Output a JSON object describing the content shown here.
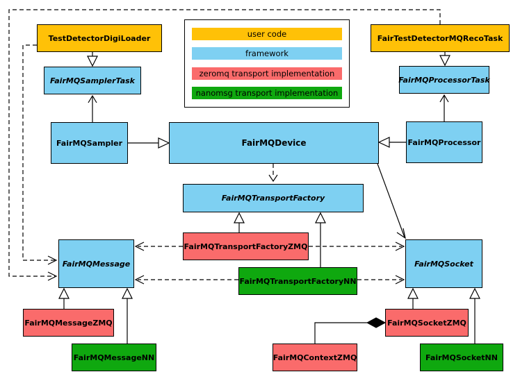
{
  "legend": {
    "items": [
      {
        "label": "user code",
        "color": "#FFC107"
      },
      {
        "label": "framework",
        "color": "#7ED0F2"
      },
      {
        "label": "zeromq transport implementation",
        "color": "#FA6B6B"
      },
      {
        "label": "nanomsg transport implementation",
        "color": "#0FA80F"
      }
    ]
  },
  "nodes": {
    "testDetectorDigiLoader": {
      "label": "TestDetectorDigiLoader",
      "category": "user code",
      "abstract": false
    },
    "fairTestDetectorMQRecoTask": {
      "label": "FairTestDetectorMQRecoTask",
      "category": "user code",
      "abstract": false
    },
    "fairMQSamplerTask": {
      "label": "FairMQSamplerTask",
      "category": "framework",
      "abstract": true
    },
    "fairMQProcessorTask": {
      "label": "FairMQProcessorTask",
      "category": "framework",
      "abstract": true
    },
    "fairMQSampler": {
      "label": "FairMQSampler",
      "category": "framework",
      "abstract": false
    },
    "fairMQDevice": {
      "label": "FairMQDevice",
      "category": "framework",
      "abstract": false
    },
    "fairMQProcessor": {
      "label": "FairMQProcessor",
      "category": "framework",
      "abstract": false
    },
    "fairMQTransportFactory": {
      "label": "FairMQTransportFactory",
      "category": "framework",
      "abstract": true
    },
    "fairMQMessage": {
      "label": "FairMQMessage",
      "category": "framework",
      "abstract": true
    },
    "fairMQSocket": {
      "label": "FairMQSocket",
      "category": "framework",
      "abstract": true
    },
    "fairMQTransportFactoryZMQ": {
      "label": "FairMQTransportFactoryZMQ",
      "category": "zeromq transport implementation",
      "abstract": false
    },
    "fairMQTransportFactoryNN": {
      "label": "FairMQTransportFactoryNN",
      "category": "nanomsg transport implementation",
      "abstract": false
    },
    "fairMQMessageZMQ": {
      "label": "FairMQMessageZMQ",
      "category": "zeromq transport implementation",
      "abstract": false
    },
    "fairMQMessageNN": {
      "label": "FairMQMessageNN",
      "category": "nanomsg transport implementation",
      "abstract": false
    },
    "fairMQContextZMQ": {
      "label": "FairMQContextZMQ",
      "category": "zeromq transport implementation",
      "abstract": false
    },
    "fairMQSocketZMQ": {
      "label": "FairMQSocketZMQ",
      "category": "zeromq transport implementation",
      "abstract": false
    },
    "fairMQSocketNN": {
      "label": "FairMQSocketNN",
      "category": "nanomsg transport implementation",
      "abstract": false
    }
  },
  "edges": [
    {
      "from": "TestDetectorDigiLoader",
      "to": "FairMQSamplerTask",
      "type": "inheritance"
    },
    {
      "from": "FairMQSampler",
      "to": "FairMQSamplerTask",
      "type": "association-arrow"
    },
    {
      "from": "FairTestDetectorMQRecoTask",
      "to": "FairMQProcessorTask",
      "type": "inheritance"
    },
    {
      "from": "FairMQProcessor",
      "to": "FairMQProcessorTask",
      "type": "association-arrow"
    },
    {
      "from": "FairMQSampler",
      "to": "FairMQDevice",
      "type": "inheritance"
    },
    {
      "from": "FairMQProcessor",
      "to": "FairMQDevice",
      "type": "inheritance"
    },
    {
      "from": "FairMQDevice",
      "to": "FairMQTransportFactory",
      "type": "dashed-dependency"
    },
    {
      "from": "FairMQDevice",
      "to": "FairMQSocket",
      "type": "association-arrow"
    },
    {
      "from": "FairMQTransportFactoryZMQ",
      "to": "FairMQTransportFactory",
      "type": "inheritance"
    },
    {
      "from": "FairMQTransportFactoryNN",
      "to": "FairMQTransportFactory",
      "type": "inheritance"
    },
    {
      "from": "FairMQTransportFactoryZMQ",
      "to": "FairMQMessage",
      "type": "dashed-dependency"
    },
    {
      "from": "FairMQTransportFactoryZMQ",
      "to": "FairMQSocket",
      "type": "dashed-dependency"
    },
    {
      "from": "FairMQTransportFactoryNN",
      "to": "FairMQMessage",
      "type": "dashed-dependency"
    },
    {
      "from": "FairMQTransportFactoryNN",
      "to": "FairMQSocket",
      "type": "dashed-dependency"
    },
    {
      "from": "FairMQMessageZMQ",
      "to": "FairMQMessage",
      "type": "inheritance"
    },
    {
      "from": "FairMQMessageNN",
      "to": "FairMQMessage",
      "type": "inheritance"
    },
    {
      "from": "FairMQSocketZMQ",
      "to": "FairMQSocket",
      "type": "inheritance"
    },
    {
      "from": "FairMQSocketNN",
      "to": "FairMQSocket",
      "type": "inheritance"
    },
    {
      "from": "FairMQSocketZMQ",
      "to": "FairMQContextZMQ",
      "type": "composition"
    },
    {
      "from": "FairTestDetectorMQRecoTask",
      "to": "FairMQMessage",
      "type": "dashed-dependency"
    },
    {
      "from": "TestDetectorDigiLoader",
      "to": "FairMQMessage",
      "type": "dashed-dependency"
    }
  ]
}
